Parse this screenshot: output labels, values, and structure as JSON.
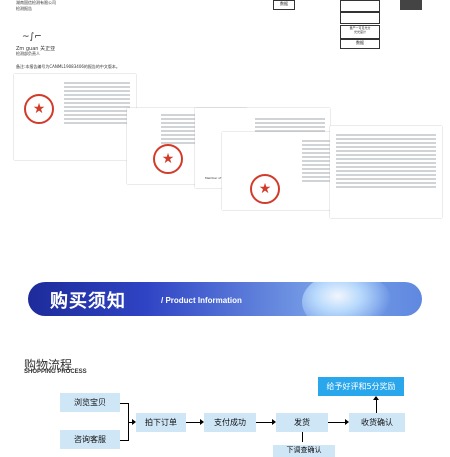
{
  "header": {
    "company_line_1": "湖南国信检测有限公司",
    "company_line_2": "检测报告",
    "signature_label": "Zm guan",
    "signature_name": "关正亚",
    "signer_title": "检测部负责人",
    "report_note": "备注:本报告编号为CANML19083406的报告的中文版本。"
  },
  "diagram": {
    "box_1": "数据",
    "box_2": "量产一可见光分\n光光度计",
    "box_3": "数据"
  },
  "documents": {
    "cert_footer": "Member of the SGS Group (SGS SA)",
    "stamp_text": "★"
  },
  "banner": {
    "title": "购买须知",
    "subtitle": "/ Product Information"
  },
  "flow": {
    "title": "购物流程",
    "subtitle": "SHOPPING PROCESS",
    "steps": {
      "browse": "浏览宝贝",
      "order": "拍下订单",
      "pay": "支付成功",
      "ship": "发货",
      "receive": "收货确认",
      "review": "给予好评和5分奖励",
      "consult": "咨询客服",
      "partial": "下调查确认"
    }
  }
}
